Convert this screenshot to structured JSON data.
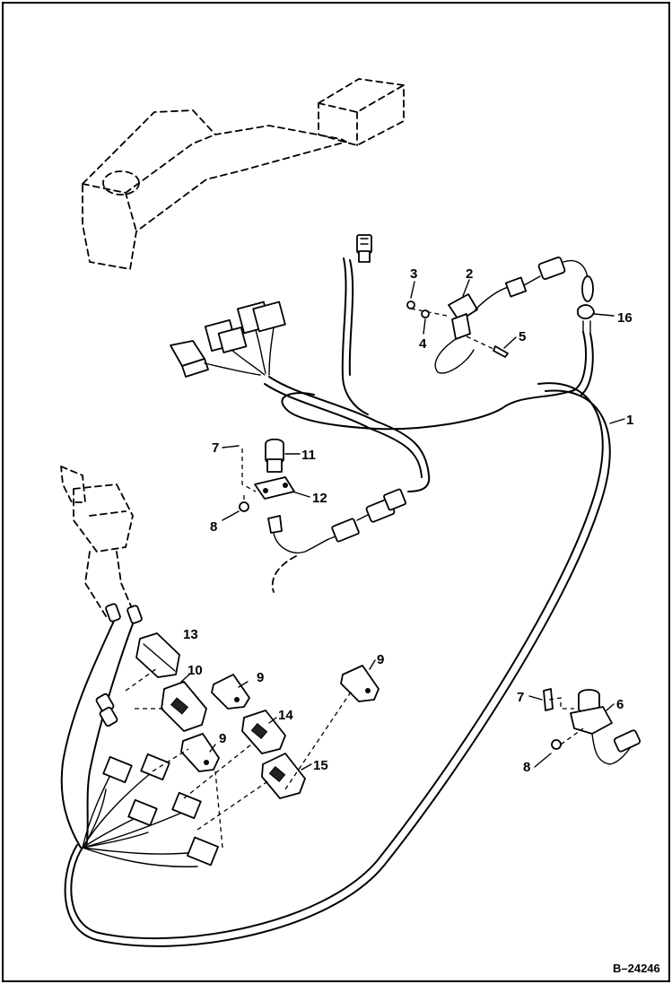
{
  "figure_id": "B–24246",
  "callouts": {
    "c1": "1",
    "c2": "2",
    "c3": "3",
    "c4": "4",
    "c5": "5",
    "c6": "6",
    "c7a": "7",
    "c7b": "7",
    "c8a": "8",
    "c8b": "8",
    "c9a": "9",
    "c9b": "9",
    "c9c": "9",
    "c10": "10",
    "c11": "11",
    "c12": "12",
    "c13": "13",
    "c14": "14",
    "c15": "15",
    "c16": "16"
  }
}
